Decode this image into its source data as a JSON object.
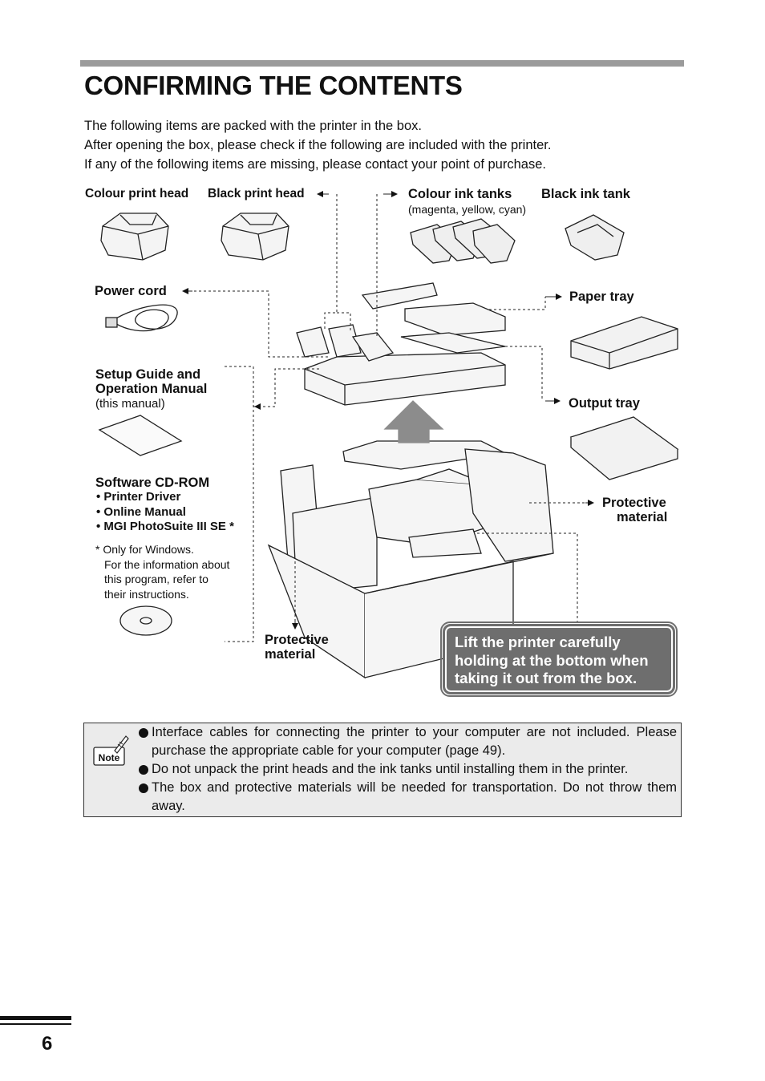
{
  "page": {
    "title": "CONFIRMING THE CONTENTS",
    "intro": [
      "The following items are packed with the printer in the box.",
      "After opening the box, please check if the following are included with the printer.",
      "If any of the following items are missing, please contact your point of purchase."
    ],
    "page_number": "6"
  },
  "items": {
    "colour_print_head": "Colour print head",
    "black_print_head": "Black print head",
    "colour_ink_tanks": "Colour ink tanks",
    "colour_ink_tanks_note": "(magenta, yellow, cyan)",
    "black_ink_tank": "Black ink tank",
    "power_cord": "Power cord",
    "paper_tray": "Paper tray",
    "setup_guide_line1": "Setup Guide and",
    "setup_guide_line2": "Operation Manual",
    "setup_guide_note": "(this manual)",
    "output_tray": "Output tray",
    "software_cd": "Software CD-ROM",
    "software_bullets": [
      "• Printer Driver",
      "• Online Manual",
      "• MGI PhotoSuite III SE *"
    ],
    "footnote": [
      "*  Only for Windows.",
      "For the information about",
      "this program, refer to",
      "their instructions."
    ],
    "protective_material_right_1": "Protective",
    "protective_material_right_2": "material",
    "protective_material_bottom_1": "Protective",
    "protective_material_bottom_2": "material"
  },
  "callout": {
    "lines": [
      "Lift the printer carefully",
      "holding at the bottom when",
      "taking it out from the box."
    ]
  },
  "note": {
    "icon_label": "Note",
    "items": [
      "Interface cables for connecting the printer to your computer are not included. Please purchase the appropriate cable for your computer (page 49).",
      "Do not unpack the print heads and the ink tanks until installing them in the printer.",
      "The box and protective materials will be needed for transportation. Do not throw them away."
    ]
  }
}
